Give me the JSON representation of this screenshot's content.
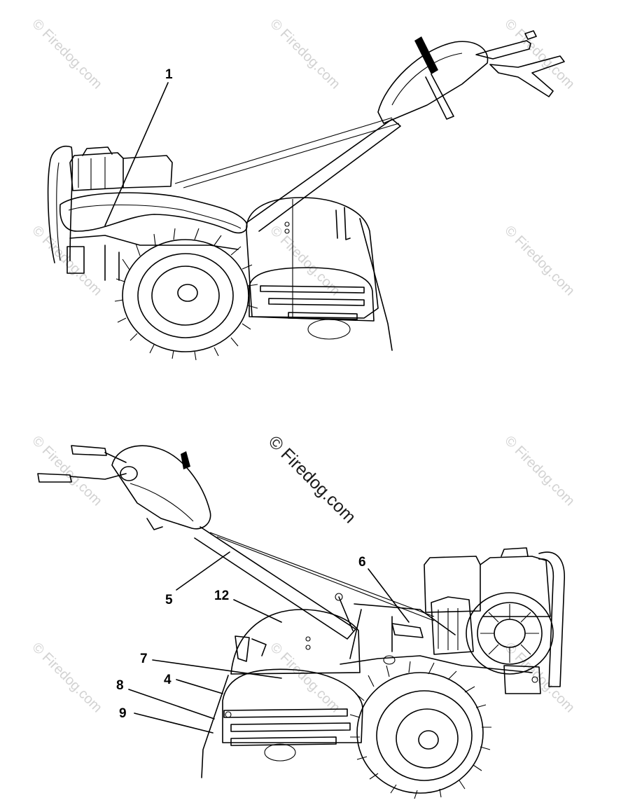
{
  "watermark": {
    "text": "© Firedog.com"
  },
  "callouts": {
    "c1": "1",
    "c4": "4",
    "c5": "5",
    "c6": "6",
    "c7": "7",
    "c8": "8",
    "c9": "9",
    "c12": "12"
  }
}
